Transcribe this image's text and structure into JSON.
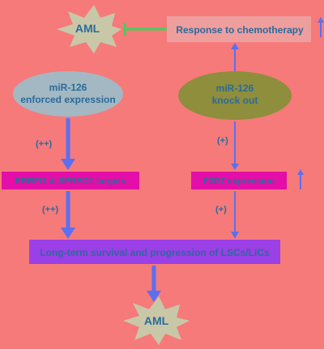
{
  "diagram": {
    "nodes": {
      "aml_top": {
        "label": "AML"
      },
      "response": {
        "label": "Response to chemotherapy",
        "trend": "up"
      },
      "mir126_enforced": {
        "line1": "miR-126",
        "line2": "enforced expression"
      },
      "mir126_ko": {
        "line1": "miR-126",
        "line2": "knock out"
      },
      "targets": {
        "label": "ERRFI1 & SPRED1 targets"
      },
      "f2d7": {
        "label": "F2D7 expression",
        "trend": "up"
      },
      "lsc": {
        "label": "Long-term survival and progression of LSCs/LICs"
      },
      "aml_bottom": {
        "label": "AML"
      }
    },
    "edge_labels": {
      "enforced_to_targets": "(++)",
      "targets_to_lsc": "(++)",
      "ko_to_f2d7": "(+)",
      "f2d7_to_lsc": "(+)"
    },
    "edges": [
      {
        "from": "response",
        "to": "aml_top",
        "type": "inhibit"
      },
      {
        "from": "mir126_ko",
        "to": "response",
        "type": "activate"
      },
      {
        "from": "mir126_enforced",
        "to": "targets",
        "type": "activate"
      },
      {
        "from": "mir126_ko",
        "to": "f2d7",
        "type": "activate"
      },
      {
        "from": "targets",
        "to": "lsc",
        "type": "activate"
      },
      {
        "from": "f2d7",
        "to": "lsc",
        "type": "activate"
      },
      {
        "from": "lsc",
        "to": "aml_bottom",
        "type": "activate"
      }
    ],
    "colors": {
      "background": "#f67a7a",
      "text": "#2a6a9c",
      "arrow": "#5b6ff0",
      "inhibit": "#3fd15a",
      "burst": "#c8c8a8",
      "response_box": "#ef9e9e",
      "ellipse_enforced": "#a3b8c2",
      "ellipse_ko": "#8e8e3c",
      "magenta_box": "#e30fa8",
      "purple_bar": "#9b3fe6",
      "up_arrow": "#5b6ff0"
    }
  }
}
